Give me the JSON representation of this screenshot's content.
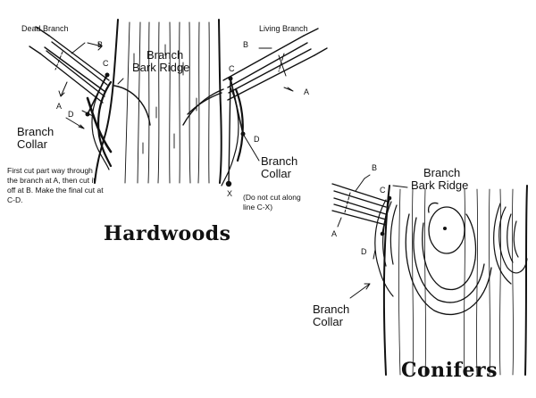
{
  "hardwoods": {
    "title": "Hardwoods",
    "dead_branch": "Dead Branch",
    "living_branch": "Living Branch",
    "branch_bark_ridge": [
      "Branch",
      "Bark Ridge"
    ],
    "branch_collar_left": [
      "Branch",
      "Collar"
    ],
    "branch_collar_right": [
      "Branch",
      "Collar"
    ],
    "instructions": "First cut part way through the branch at A, then cut it off at B. Make the final cut at C-D.",
    "warning": [
      "(Do not cut along",
      "line C-X)"
    ],
    "letters": {
      "a": "A",
      "b": "B",
      "c": "C",
      "d": "D",
      "x": "X"
    }
  },
  "conifers": {
    "title": "Conifers",
    "branch_bark_ridge": [
      "Branch",
      "Bark Ridge"
    ],
    "branch_collar": [
      "Branch",
      "Collar"
    ],
    "letters": {
      "a": "A",
      "b": "B",
      "c": "C",
      "d": "D"
    }
  },
  "colors": {
    "ink": "#111111",
    "paper": "#ffffff"
  }
}
